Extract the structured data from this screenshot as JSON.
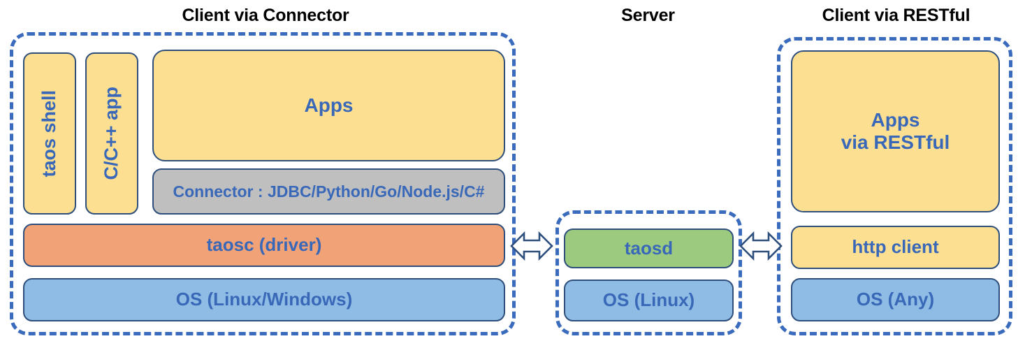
{
  "diagram": {
    "title_connector": "Client via Connector",
    "title_server": "Server",
    "title_restful": "Client via RESTful",
    "colors": {
      "dashed_border": "#3a6bbd",
      "block_border": "#2e4f7c",
      "text_blue": "#3a68b8",
      "yellow": "#fcdf91",
      "orange": "#f2a277",
      "blue": "#8fbce4",
      "green": "#9ccb80",
      "gray": "#bfbfbf",
      "title_black": "#000000"
    }
  },
  "client_connector": {
    "taos_shell": "taos shell",
    "cpp_app": "C/C++ app",
    "apps": "Apps",
    "connector": "Connector : JDBC/Python/Go/Node.js/C#",
    "taosc": "taosc (driver)",
    "os": "OS (Linux/Windows)"
  },
  "server": {
    "taosd": "taosd",
    "os": "OS (Linux)"
  },
  "client_restful": {
    "apps": "Apps\nvia RESTful",
    "apps_line1": "Apps",
    "apps_line2": "via RESTful",
    "http_client": "http client",
    "os": "OS (Any)"
  },
  "arrows": {
    "left_to_server": "left-right-arrow",
    "server_to_right": "left-right-arrow"
  }
}
